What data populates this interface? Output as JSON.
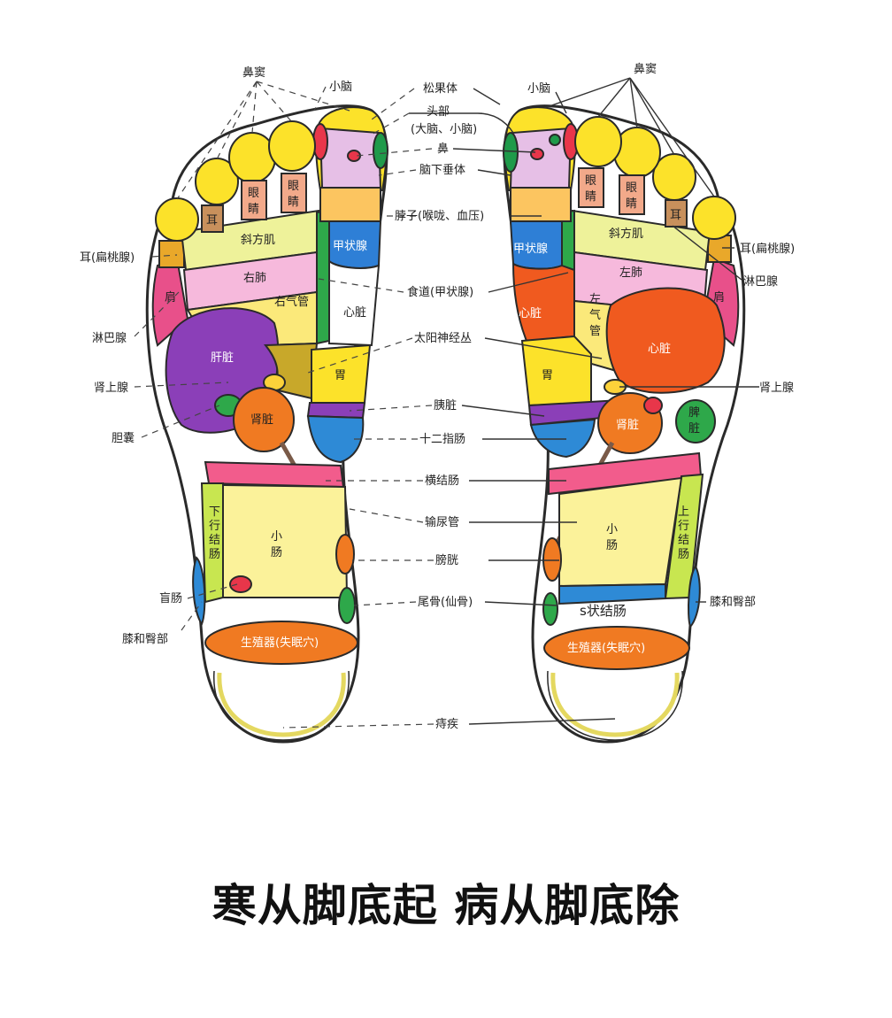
{
  "colors": {
    "toe": "#fce22a",
    "head": "#e6bfe6",
    "nose": "#e8364a",
    "pituitary": "#e8364a",
    "cerebellum_dot": "#1f9a4a",
    "neck": "#fcc560",
    "thyroid": "#2e7fd6",
    "esophagus": "#2ea84a",
    "trapezius": "#eef29a",
    "lung": "#f6b9dc",
    "bronchus": "#fbe97a",
    "liver": "#8b3fb8",
    "heart": "#f05a1f",
    "gallbladder": "#2ea84a",
    "kidney": "#f07a22",
    "adrenal": "#fcd23a",
    "stomach": "#fce22a",
    "pancreas": "#8b3fb8",
    "duodenum": "#2e8ad6",
    "spleen": "#2ea84a",
    "transverse_colon": "#f25c8c",
    "colon_vertical": "#c8e650",
    "small_intestine": "#fbf29a",
    "s_colon": "#2e8ad6",
    "genital": "#f07a22",
    "hemorrhoid_arc": "#e4d860",
    "ear": "#e9a82a",
    "shoulder": "#e8508a",
    "eye": "#f2a98a",
    "bladder": "#f07a22",
    "coccyx": "#2ea84a",
    "knee": "#2e8ad6",
    "ureter": "#7a5a48",
    "toe_base": "#c8905c"
  },
  "labels": {
    "sinus_left": "鼻窦",
    "sinus_right": "鼻窦",
    "cerebellum_left": "小脑",
    "cerebellum_right": "小脑",
    "pineal": "松果体",
    "head_1": "头部",
    "head_2": "(大脑、小脑)",
    "nose": "鼻",
    "pituitary": "脑下垂体",
    "neck": "脖子(喉咙、血压)",
    "ear_left": "耳(扁桃腺)",
    "ear_right": "耳(扁桃腺)",
    "lymph_right": "淋巴腺",
    "lymph_left": "淋巴腺",
    "esophagus": "食道(甲状腺)",
    "solar_plexus": "太阳神经丛",
    "adrenal_left": "肾上腺",
    "adrenal_right": "肾上腺",
    "pancreas": "胰脏",
    "gallbladder": "胆囊",
    "duodenum": "十二指肠",
    "transverse_colon": "横结肠",
    "ureter": "输尿管",
    "bladder": "膀胱",
    "cecum": "盲肠",
    "coccyx": "尾骨(仙骨)",
    "knee_left": "膝和臀部",
    "knee_right": "膝和臀部",
    "hemorrhoid": "痔疾"
  },
  "inner": {
    "ear": "耳",
    "eye": "眼睛",
    "trapezius": "斜方肌",
    "right_lung": "右肺",
    "left_lung": "左肺",
    "right_bronchus": "右气管",
    "left_bronchus": "左气管",
    "shoulder": "肩",
    "liver": "肝脏",
    "thyroid": "甲状腺",
    "heart": "心脏",
    "stomach": "胃",
    "kidney": "肾脏",
    "spleen": "脾脏",
    "small_intestine": "小肠",
    "descending_colon": "下行结肠",
    "ascending_colon": "上行结肠",
    "s_colon": "s状结肠",
    "genital": "生殖器(失眠穴)"
  },
  "slogan": "寒从脚底起 病从脚底除"
}
